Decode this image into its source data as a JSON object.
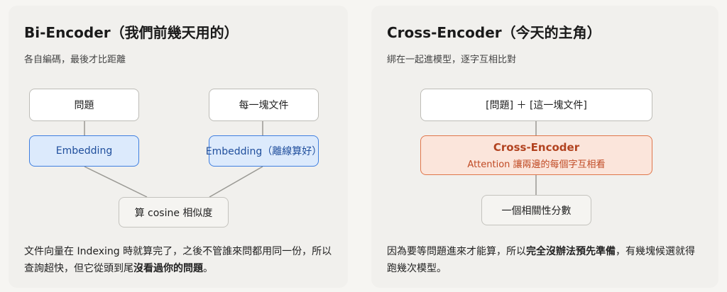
{
  "left": {
    "title": "Bi-Encoder（我們前幾天用的）",
    "subtitle": "各自編碼，最後才比距離",
    "box_query": "問題",
    "box_doc": "每一塊文件",
    "box_emb_query": "Embedding",
    "box_emb_doc": "Embedding（離線算好）",
    "box_cosine": "算 cosine 相似度",
    "body_part1": "文件向量在 Indexing 時就算完了，之後不管誰來問都用同一份，所以查詢超快，但它從頭到尾",
    "body_bold": "沒看過你的問題",
    "body_part2": "。"
  },
  "right": {
    "title": "Cross-Encoder（今天的主角）",
    "subtitle": "綁在一起進模型，逐字互相比對",
    "box_pair": "[問題] ＋ [這一塊文件]",
    "box_model_title": "Cross-Encoder",
    "box_model_sub": "Attention 讓兩邊的每個字互相看",
    "box_score": "一個相關性分數",
    "body_part1": "因為要等問題進來才能算，所以",
    "body_bold": "完全沒辦法預先準備",
    "body_part2": "，有幾塊候選就得跑幾次模型。"
  },
  "colors": {
    "blue_fill": "#dceafc",
    "blue_border": "#3f7fe0",
    "orange_fill": "#fbe5db",
    "orange_border": "#e0764b",
    "orange_text": "#b24320"
  }
}
